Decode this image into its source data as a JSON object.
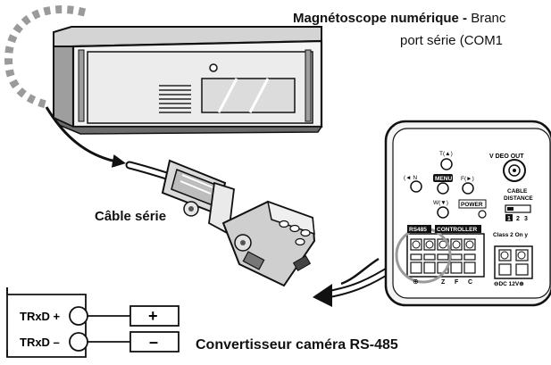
{
  "header": {
    "title_bold": "Magnétoscope numérique - ",
    "title_rest": "Branc",
    "subtitle": "port série (COM1"
  },
  "labels": {
    "cable": "Câble série",
    "converter": "Convertisseur caméra RS-485"
  },
  "terminal_block": {
    "rows": [
      {
        "label": "TRxD +",
        "sign": "+"
      },
      {
        "label": "TRxD –",
        "sign": "–"
      }
    ]
  },
  "camera": {
    "video_out": "V DEO OUT",
    "btn_up": "T(▲)",
    "btn_left": "(◄ N",
    "btn_menu": "MENU",
    "btn_right": "F(►)",
    "btn_down": "W(▼)",
    "power": "POWER",
    "cable_distance_1": "CABLE",
    "cable_distance_2": "DISTANCE",
    "distance_1": "1",
    "distance_2": "2",
    "distance_3": "3",
    "rs485": "RS485",
    "controller": "CONTROLLER",
    "class2": "Class 2 On y",
    "dc": "⊖DC 12V⊕",
    "term_plus": "⊕",
    "term_z": "Z",
    "term_f": "F",
    "term_c": "C"
  },
  "colors": {
    "line": "#111111",
    "gray_arc": "#9a9a9a",
    "device_light": "#e6e6e6",
    "device_mid": "#bdbdbd",
    "device_dark": "#6b6b6b"
  }
}
